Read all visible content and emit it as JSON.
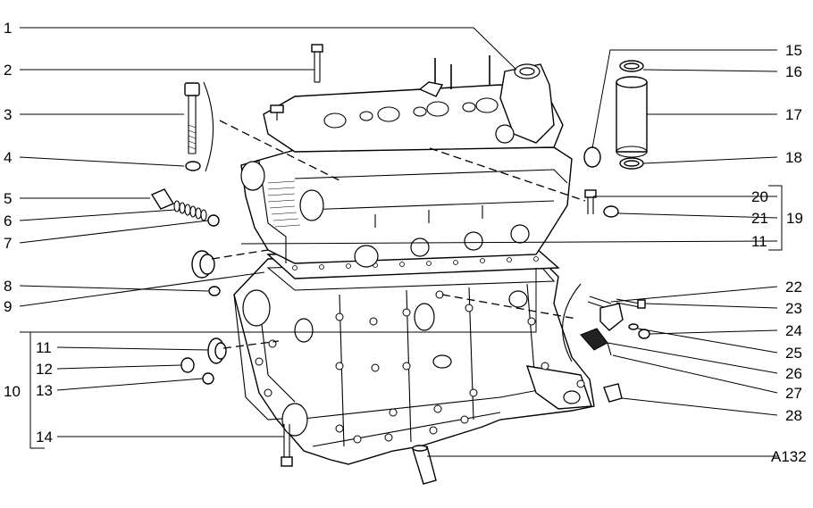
{
  "callouts": [
    {
      "id": "1",
      "text": "1"
    },
    {
      "id": "2",
      "text": "2"
    },
    {
      "id": "3",
      "text": "3"
    },
    {
      "id": "4",
      "text": "4"
    },
    {
      "id": "5",
      "text": "5"
    },
    {
      "id": "6",
      "text": "6"
    },
    {
      "id": "7",
      "text": "7"
    },
    {
      "id": "8",
      "text": "8"
    },
    {
      "id": "9",
      "text": "9"
    },
    {
      "id": "10",
      "text": "10"
    },
    {
      "id": "11a",
      "text": "11"
    },
    {
      "id": "12",
      "text": "12"
    },
    {
      "id": "13",
      "text": "13"
    },
    {
      "id": "14",
      "text": "14"
    },
    {
      "id": "15",
      "text": "15"
    },
    {
      "id": "16",
      "text": "16"
    },
    {
      "id": "17",
      "text": "17"
    },
    {
      "id": "18",
      "text": "18"
    },
    {
      "id": "19",
      "text": "19"
    },
    {
      "id": "20",
      "text": "20"
    },
    {
      "id": "21",
      "text": "21"
    },
    {
      "id": "11b",
      "text": "11"
    },
    {
      "id": "22",
      "text": "22"
    },
    {
      "id": "23",
      "text": "23"
    },
    {
      "id": "24",
      "text": "24"
    },
    {
      "id": "25",
      "text": "25"
    },
    {
      "id": "26",
      "text": "26"
    },
    {
      "id": "27",
      "text": "27"
    },
    {
      "id": "28",
      "text": "28"
    }
  ],
  "figure_code": "A132"
}
